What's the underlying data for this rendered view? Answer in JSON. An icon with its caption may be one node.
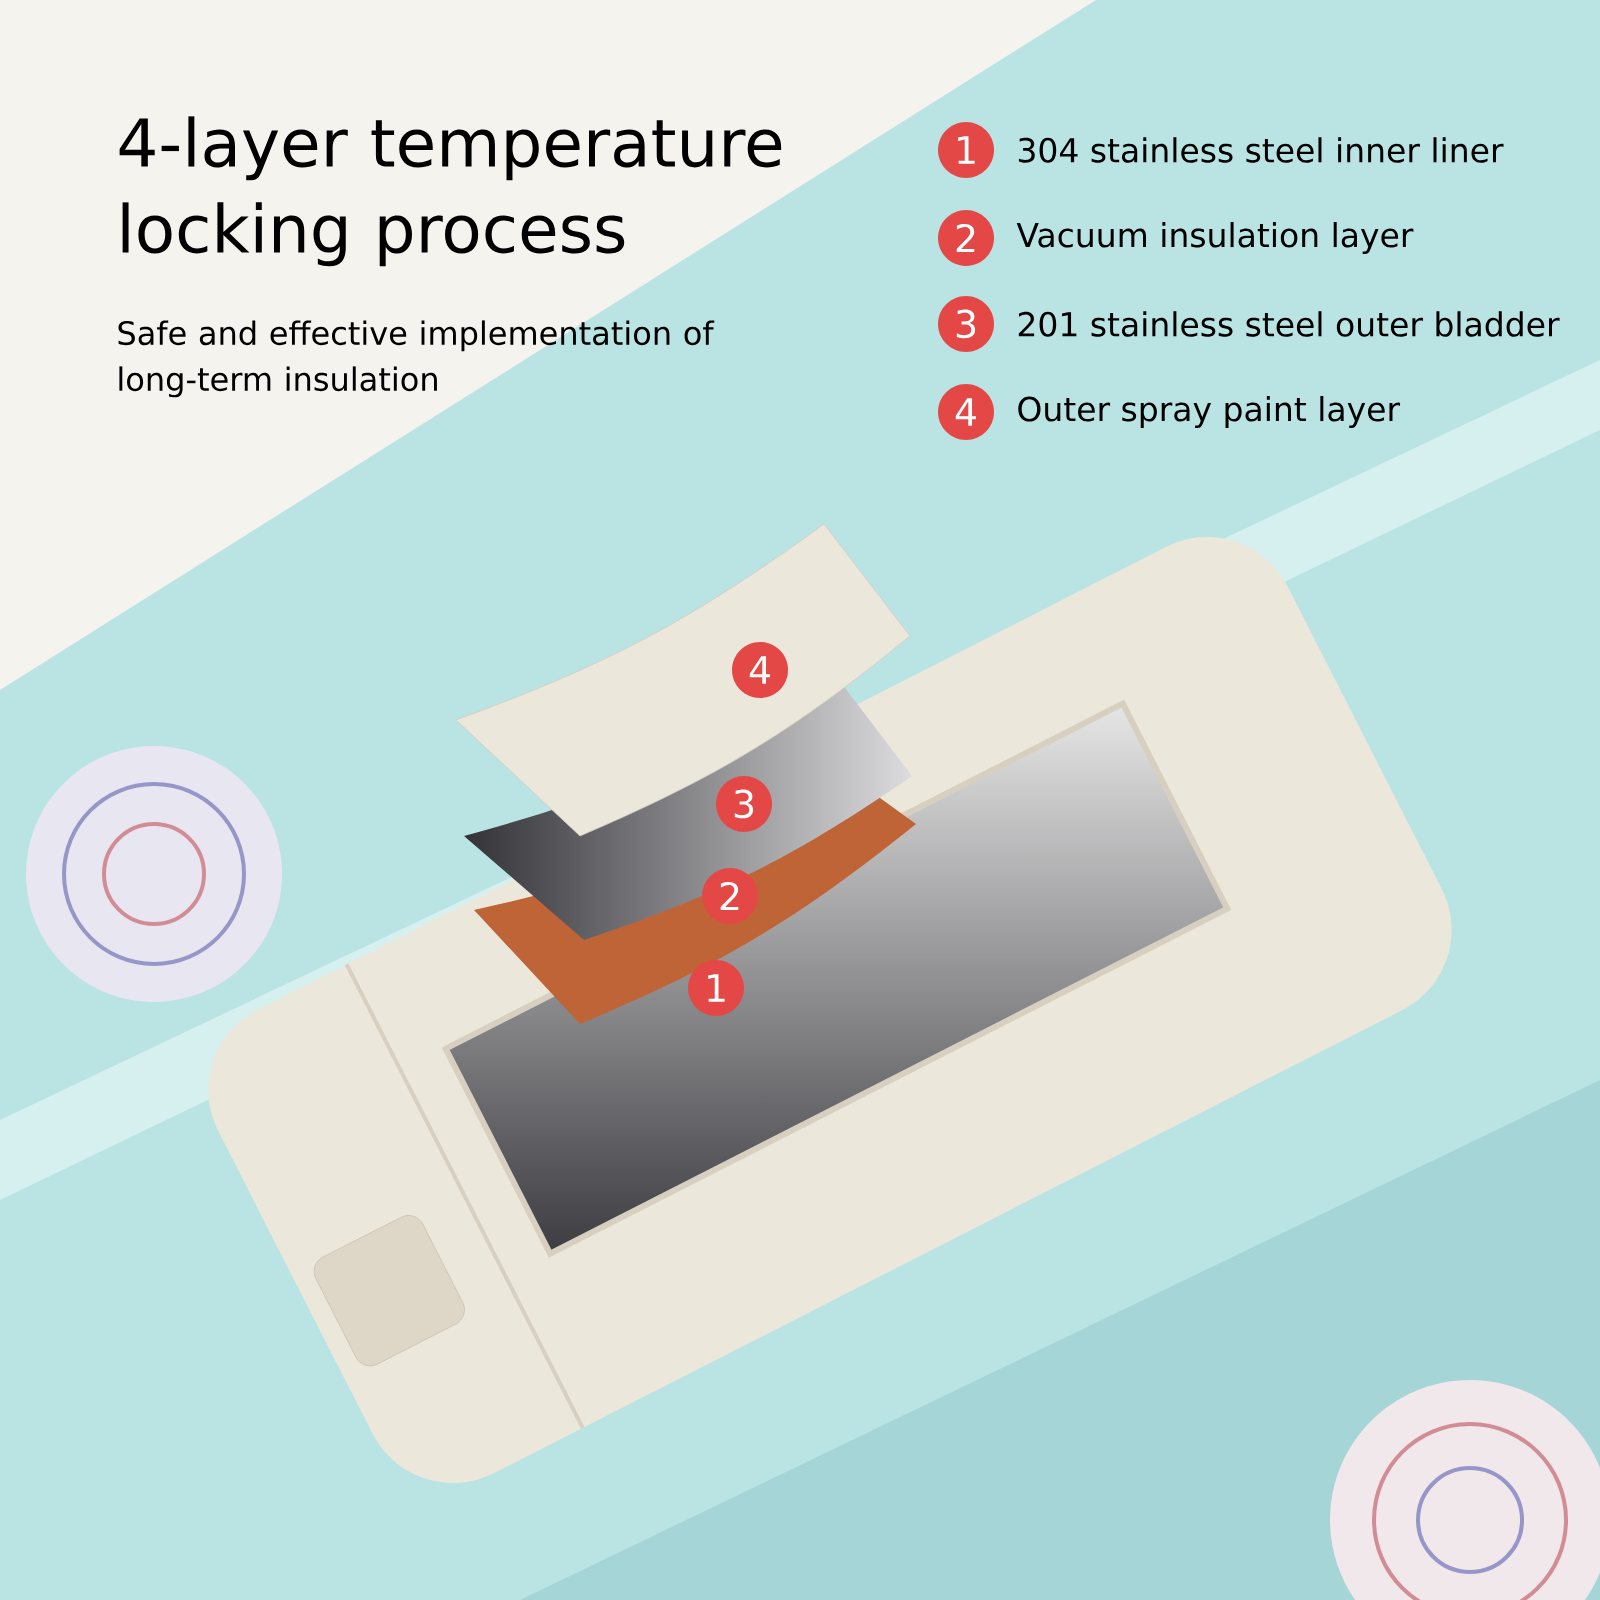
{
  "diagram": {
    "title": "4-layer temperature locking process",
    "nodes": [
      {
        "text": [
          "1"
        ],
        "beside": [
          "304 stainless steel inner liner"
        ]
      },
      {
        "text": [
          "2"
        ],
        "beside": [
          "Vacuum insulation layer"
        ]
      },
      {
        "text": [
          "3"
        ],
        "beside": [
          "201 stainless steel outer bladder"
        ]
      },
      {
        "text": [
          "4"
        ],
        "beside": [
          "Outer spray paint layer"
        ]
      },
      {
        "text": [
          "4"
        ]
      },
      {
        "text": [
          "3"
        ]
      },
      {
        "text": [
          "2"
        ]
      },
      {
        "text": [
          "1"
        ]
      }
    ],
    "labels": [
      "Safe and effective implementation of long-term insulation"
    ]
  }
}
